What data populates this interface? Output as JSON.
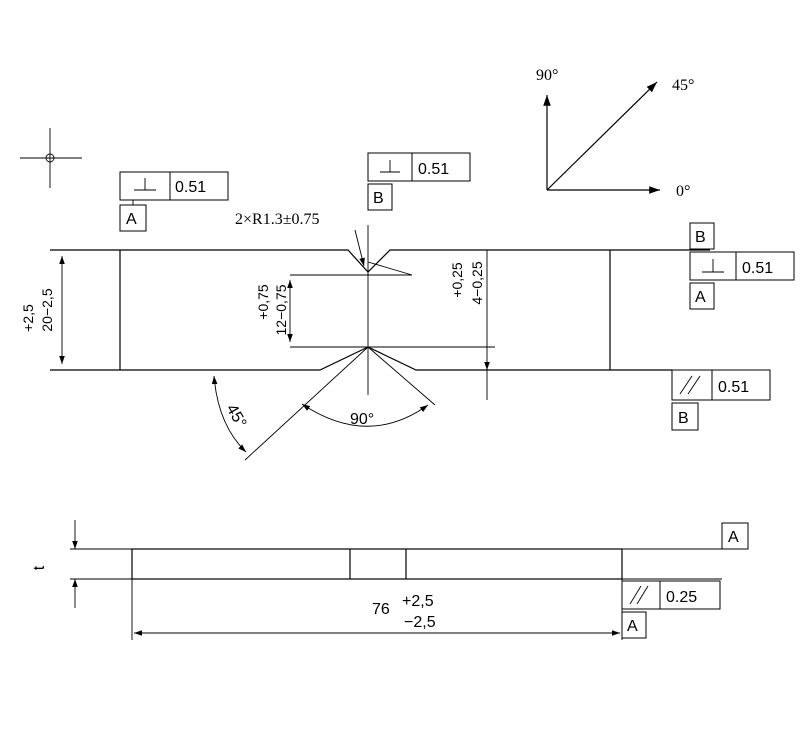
{
  "gdt_frames": {
    "perp_a_top": {
      "tolerance": "0.51",
      "datum": "A"
    },
    "perp_b_notch": {
      "tolerance": "0.51",
      "datum": "B"
    },
    "perp_right": {
      "datum_top": "B",
      "tolerance": "0.51",
      "datum": "A"
    },
    "parallel_b": {
      "tolerance": "0.51",
      "datum": "B"
    },
    "datum_a_side": {
      "datum": "A"
    },
    "parallel_a": {
      "tolerance": "0.25",
      "datum": "A"
    }
  },
  "dimensions": {
    "notch_radius": "2×R1.3±0.75",
    "width_tol": "+2,5",
    "width_base": "20−2,5",
    "notch_depth_tol": "+0,75",
    "notch_depth_base": "12−0,75",
    "notch_offset_tol": "+0,25",
    "notch_offset_base": "4−0,25",
    "angle_side": "45°",
    "angle_notch": "90°",
    "length_base": "76",
    "length_plus": "+2,5",
    "length_minus": "−2,5",
    "thickness": "t"
  },
  "orientation": {
    "deg_90": "90°",
    "deg_45": "45°",
    "deg_0": "0°"
  }
}
